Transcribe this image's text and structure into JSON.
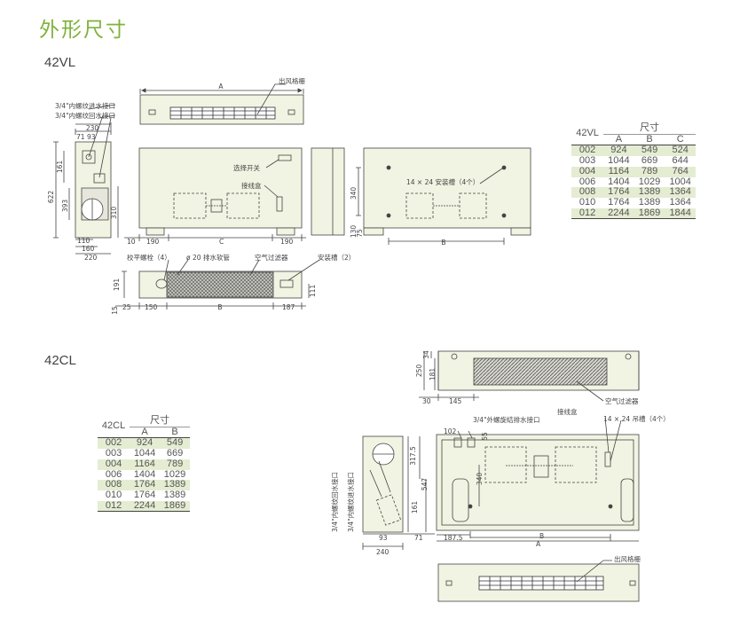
{
  "page": {
    "title": "外形尺寸"
  },
  "vl": {
    "model": "42VL",
    "table": {
      "model_header": "42VL",
      "size_header": "尺寸",
      "columns": [
        "A",
        "B",
        "C"
      ],
      "rows": [
        [
          "002",
          "924",
          "549",
          "524"
        ],
        [
          "003",
          "1044",
          "669",
          "644"
        ],
        [
          "004",
          "1164",
          "789",
          "764"
        ],
        [
          "006",
          "1404",
          "1029",
          "1004"
        ],
        [
          "008",
          "1764",
          "1389",
          "1364"
        ],
        [
          "010",
          "1764",
          "1389",
          "1364"
        ],
        [
          "012",
          "2244",
          "1869",
          "1844"
        ]
      ]
    },
    "labels": {
      "outlet_grille": "出风格栅",
      "inlet_port": "3/4\"内螺纹进水接口",
      "return_port": "3/4\"内螺纹回水接口",
      "selector_switch": "选择开关",
      "junction_box": "接线盒",
      "slots": "14 × 24 安装槽（4个）",
      "leveling_bolt": "校平螺栓（4）",
      "drain_hose": "ø 20 排水软管",
      "air_filter": "空气过滤器",
      "mount_slot": "安装槽（2）"
    },
    "dims": {
      "A": "A",
      "B": "B",
      "C": "C",
      "d230": "230",
      "d71": "71",
      "d93": "93",
      "d161": "161",
      "d622": "622",
      "d393": "393",
      "d310": "310",
      "d110": "110",
      "d160": "160",
      "d220": "220",
      "d10": "10",
      "d190a": "190",
      "d190b": "190",
      "d340": "340",
      "d130": "130",
      "d75": "75",
      "d191": "191",
      "d15": "15",
      "d25": "25",
      "d150": "150",
      "d187": "187",
      "d111": "111"
    }
  },
  "cl": {
    "model": "42CL",
    "table": {
      "model_header": "42CL",
      "size_header": "尺寸",
      "columns": [
        "A",
        "B"
      ],
      "rows": [
        [
          "002",
          "924",
          "549"
        ],
        [
          "003",
          "1044",
          "669"
        ],
        [
          "004",
          "1164",
          "789"
        ],
        [
          "006",
          "1404",
          "1029"
        ],
        [
          "008",
          "1764",
          "1389"
        ],
        [
          "010",
          "1764",
          "1389"
        ],
        [
          "012",
          "2244",
          "1869"
        ]
      ]
    },
    "labels": {
      "air_filter": "空气过滤器",
      "drain_port": "3/4\"外螺旋结排水接口",
      "junction_box": "接线盒",
      "hang_slots": "14 × 24  吊槽（4个）",
      "return_port": "3/4\"内螺纹回水接口",
      "inlet_port": "3/4\"内螺纹进水接口",
      "outlet_grille": "出风格栅"
    },
    "dims": {
      "A": "A",
      "B": "B",
      "d250": "250",
      "d34": "34",
      "d181": "181",
      "d30": "30",
      "d145": "145",
      "d102": "102",
      "d55": "55",
      "d317": "317.5",
      "d547": "547",
      "d340": "340",
      "d161": "161",
      "d93": "93",
      "d71": "71",
      "d240": "240",
      "d187": "187.5"
    }
  }
}
